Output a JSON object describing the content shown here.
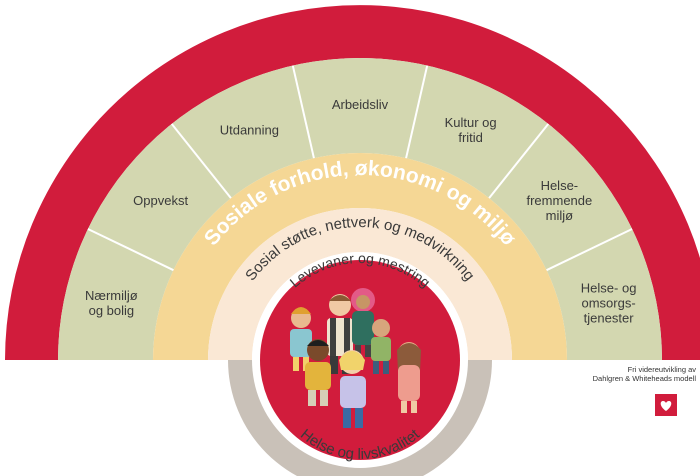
{
  "outer_ring": {
    "title": "Sosiale forhold, økonomi og miljø"
  },
  "segments": [
    {
      "lines": [
        "Nærmiljø",
        "og bolig"
      ]
    },
    {
      "lines": [
        "Oppvekst"
      ]
    },
    {
      "lines": [
        "Utdanning"
      ]
    },
    {
      "lines": [
        "Arbeidsliv"
      ]
    },
    {
      "lines": [
        "Kultur og",
        "fritid"
      ]
    },
    {
      "lines": [
        "Helse-",
        "fremmende",
        "miljø"
      ]
    },
    {
      "lines": [
        "Helse- og",
        "omsorgs-",
        "tjenester"
      ]
    }
  ],
  "middle_ring": {
    "title": "Sosial støtte, nettverk og medvirkning"
  },
  "inner_ring": {
    "title": "Levevaner og mestring"
  },
  "center": {
    "title": "Helse og livskvalitet"
  },
  "credit": {
    "line1": "Fri videreutvikling av",
    "line2": "Dahlgren & Whiteheads modell"
  },
  "colors": {
    "red": "#d11c3c",
    "green": "#d3d7b0",
    "orange": "#f5d795",
    "cream": "#fae8d5",
    "grey": "#c9c1b8",
    "segment_divider": "#ffffff"
  }
}
